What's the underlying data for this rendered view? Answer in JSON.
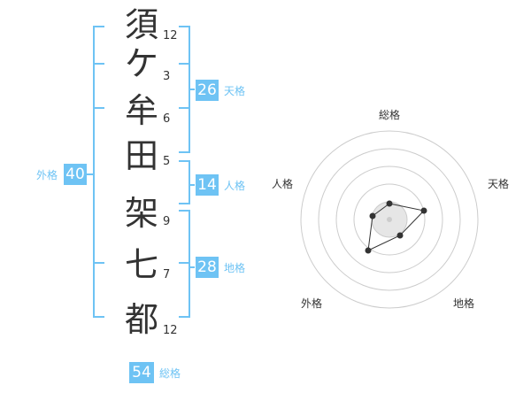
{
  "name_chars": [
    {
      "char": "須",
      "strokes": "12"
    },
    {
      "char": "ケ",
      "strokes": "3"
    },
    {
      "char": "牟",
      "strokes": "6"
    },
    {
      "char": "田",
      "strokes": "5"
    },
    {
      "char": "架",
      "strokes": "9"
    },
    {
      "char": "七",
      "strokes": "7"
    },
    {
      "char": "都",
      "strokes": "12"
    }
  ],
  "fortune": {
    "tenkaku": {
      "value": "26",
      "label": "天格"
    },
    "jinkaku": {
      "value": "14",
      "label": "人格"
    },
    "chikaku": {
      "value": "28",
      "label": "地格"
    },
    "gaikaku": {
      "value": "40",
      "label": "外格"
    },
    "soukaku": {
      "value": "54",
      "label": "総格"
    }
  },
  "radar": {
    "labels": {
      "top": "総格",
      "right": "天格",
      "left": "人格",
      "bottom_right": "地格",
      "bottom_left": "外格"
    }
  },
  "colors": {
    "accent": "#6ec3f4",
    "text": "#333333",
    "ring": "#cccccc"
  }
}
